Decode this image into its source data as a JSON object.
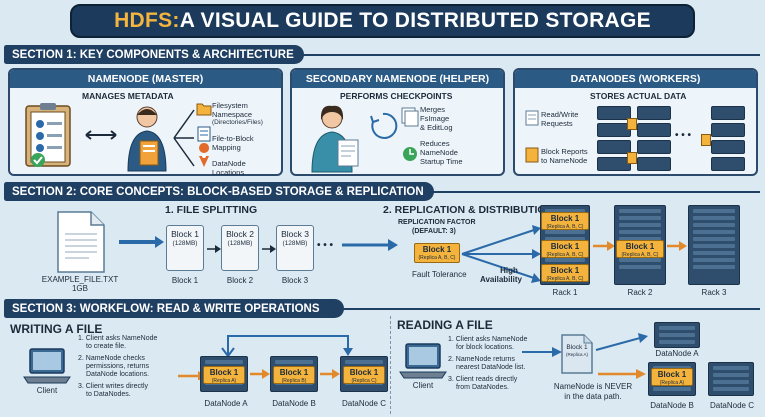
{
  "title": {
    "part1": "HDFS:",
    "part2": " A VISUAL GUIDE TO DISTRIBUTED STORAGE"
  },
  "section1": {
    "heading": "SECTION 1: KEY COMPONENTS & ARCHITECTURE",
    "namenode": {
      "title": "NAMENODE (MASTER)",
      "subtitle": "MANAGES METADATA",
      "items": [
        "Filesystem Namespace",
        "(Directories/Files)",
        "File-to-Block",
        "Mapping",
        "DataNode",
        "Locations"
      ]
    },
    "secondary": {
      "title": "SECONDARY NAMENODE (HELPER)",
      "subtitle": "PERFORMS CHECKPOINTS",
      "items": [
        "Merges",
        "FsImage",
        "& EditLog",
        "Reduces",
        "NameNode",
        "Startup Time"
      ]
    },
    "datanodes": {
      "title": "DATANODES (WORKERS)",
      "subtitle": "STORES ACTUAL DATA",
      "items": [
        "Read/Write",
        "Requests",
        "Block Reports",
        "to NameNode"
      ],
      "dots": "• • •"
    }
  },
  "section2": {
    "heading": "SECTION 2: CORE CONCEPTS: BLOCK-BASED STORAGE & REPLICATION",
    "splitting": {
      "title": "1. FILE SPLITTING",
      "file_name": "EXAMPLE_FILE.TXT",
      "file_size": "1GB",
      "blocks": [
        {
          "name": "Block 1",
          "size": "(128MB)",
          "label": "Block 1"
        },
        {
          "name": "Block 2",
          "size": "(128MB)",
          "label": "Block 2"
        },
        {
          "name": "Block 3",
          "size": "(128MB)",
          "label": "Block 3"
        }
      ],
      "dots": "• • •"
    },
    "replication": {
      "title": "2. REPLICATION & DISTRIBUTION",
      "factor_line1": "REPLICATION FACTOR",
      "factor_line2": "(DEFAULT: 3)",
      "source_block": "Block 1",
      "source_sub": "(Replica A, B, C)",
      "replicas": [
        {
          "name": "Block 1",
          "sub": "(Replica A, B, C)"
        },
        {
          "name": "Block 1",
          "sub": "(Replica A, B, C)"
        },
        {
          "name": "Block 1",
          "sub": "(Replica A, B, C)"
        }
      ],
      "rack2_block": "Block 1",
      "rack2_sub": "(Replica A, B, C)",
      "fault_tolerance": "Fault Tolerance",
      "high_avail1": "High",
      "high_avail2": "Availability",
      "racks": [
        "Rack 1",
        "Rack 2",
        "Rack 3"
      ]
    }
  },
  "section3": {
    "heading": "SECTION 3: WORKFLOW: READ & WRITE OPERATIONS",
    "writing": {
      "title": "WRITING A FILE",
      "client": "Client",
      "steps": [
        "1. Client asks NameNode",
        "to create file.",
        "2. NameNode checks",
        "permissions, returns",
        "DataNode locations.",
        "3. Client writes directly",
        "to DataNodes."
      ],
      "nodes": [
        {
          "block": "Block 1",
          "replica": "(Replica A)",
          "label": "DataNode A"
        },
        {
          "block": "Block 1",
          "replica": "(Replica B)",
          "label": "DataNode B"
        },
        {
          "block": "Block 1",
          "replica": "(Replica C)",
          "label": "DataNode C"
        }
      ]
    },
    "reading": {
      "title": "READING A FILE",
      "client": "Client",
      "steps": [
        "1. Client asks NameNode",
        "for block locations.",
        "2. NameNode returns",
        "nearest DataNode list.",
        "3. Client reads directly",
        "from DataNodes."
      ],
      "meta_block": "Block 1",
      "meta_sub": "(Replica A)",
      "note1": "NameNode is NEVER",
      "note2": "in the data path.",
      "nodes": [
        {
          "label": "DataNode A"
        },
        {
          "block": "Block 1",
          "replica": "(Replica A)",
          "label": "DataNode B"
        },
        {
          "label": "DataNode C"
        }
      ]
    }
  },
  "colors": {
    "navy": "#1b3a5c",
    "accent": "#f4b53f",
    "panel": "#eef5fa",
    "arrow_orange": "#e28a2b",
    "arrow_blue": "#2b6aa8"
  }
}
